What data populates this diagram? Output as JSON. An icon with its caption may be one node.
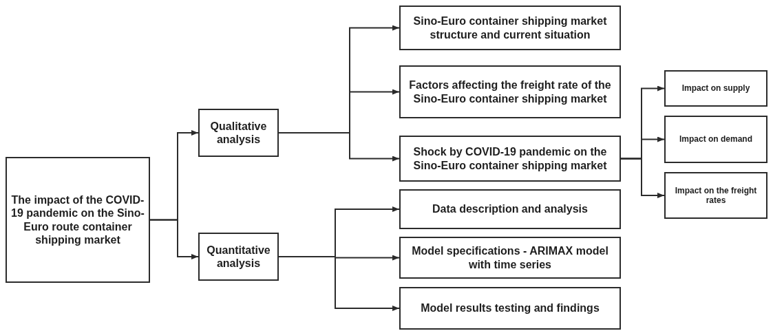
{
  "diagram": {
    "nodes": [
      {
        "text": [
          "The impact of the COVID-19 pandemic on the Sino-Euro route container shipping market"
        ]
      },
      {
        "text": [
          "Qualitative analysis"
        ]
      },
      {
        "text": [
          "Quantitative analysis"
        ]
      },
      {
        "text": [
          "Sino-Euro container shipping market structure and current situation"
        ]
      },
      {
        "text": [
          "Factors affecting the freight rate of the Sino-Euro container shipping market"
        ]
      },
      {
        "text": [
          "Shock by COVID-19 pandemic on the Sino-Euro container shipping market"
        ]
      },
      {
        "text": [
          "Data description and analysis"
        ]
      },
      {
        "text": [
          "Model specifications - ARIMAX model with time series"
        ]
      },
      {
        "text": [
          "Model results testing and findings"
        ]
      },
      {
        "text": [
          "Impact on supply"
        ]
      },
      {
        "text": [
          "Impact on demand"
        ]
      },
      {
        "text": [
          "Impact on the freight rates"
        ]
      }
    ],
    "edges": [
      {
        "from": 0,
        "to": 1,
        "arrow": "to"
      },
      {
        "from": 0,
        "to": 2,
        "arrow": "to"
      },
      {
        "from": 1,
        "to": 3,
        "arrow": "to"
      },
      {
        "from": 1,
        "to": 4,
        "arrow": "to"
      },
      {
        "from": 1,
        "to": 5,
        "arrow": "to"
      },
      {
        "from": 2,
        "to": 6,
        "arrow": "to"
      },
      {
        "from": 2,
        "to": 7,
        "arrow": "to"
      },
      {
        "from": 2,
        "to": 8,
        "arrow": "to"
      },
      {
        "from": 5,
        "to": 9,
        "arrow": "to"
      },
      {
        "from": 5,
        "to": 10,
        "arrow": "to"
      },
      {
        "from": 5,
        "to": 11,
        "arrow": "to"
      }
    ]
  }
}
